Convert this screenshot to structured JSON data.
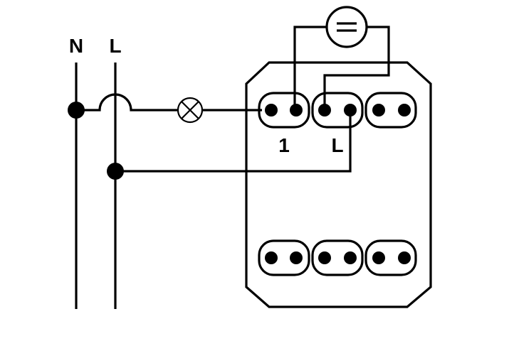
{
  "diagram": {
    "labels": {
      "neutral": "N",
      "live": "L",
      "terminal_1": "1",
      "terminal_l": "L"
    },
    "components": {
      "lamp_icon": "lamp-symbol",
      "indicator_icon": "glow-indicator-symbol",
      "switch_block": "switch-terminal-block"
    },
    "colors": {
      "line": "#000000",
      "background": "#ffffff"
    }
  }
}
